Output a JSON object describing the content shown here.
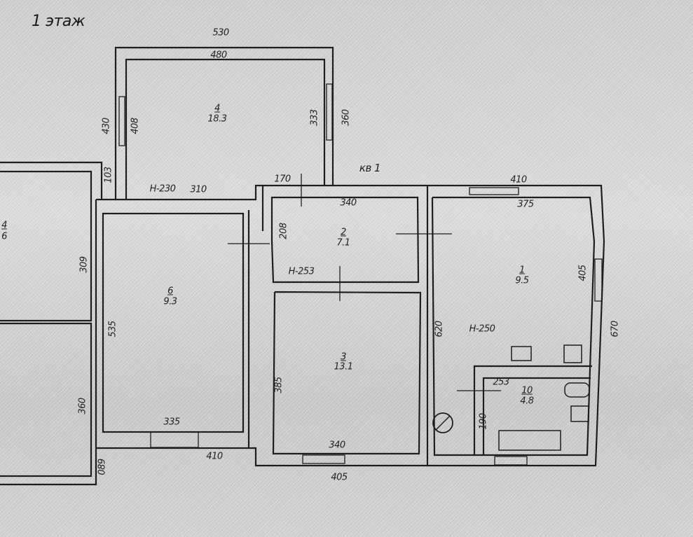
{
  "title": "1 этаж",
  "apartment": "кв 1",
  "rooms": [
    {
      "num": "1",
      "area": "9.5",
      "height": "Н-250"
    },
    {
      "num": "2",
      "area": "7.1",
      "height": "Н-253"
    },
    {
      "num": "3",
      "area": "13.1"
    },
    {
      "num": "4",
      "area": "18.3",
      "height": "Н-230"
    },
    {
      "num": "6",
      "area": "9.3"
    },
    {
      "num": "10",
      "area": "4.8"
    },
    {
      "num": "4",
      "area": "6"
    }
  ],
  "dims": {
    "r4_outer_top": "530",
    "r4_inner_top": "480",
    "r4_left_outer": "430",
    "r4_left_inner": "408",
    "r4_right_inner": "333",
    "r4_right_outer": "360",
    "r4_small": "103",
    "r4_bottom": "310",
    "r2_top_left": "170",
    "r2_top": "340",
    "r2_left": "208",
    "r1_outer_top": "410",
    "r1_inner_top": "375",
    "r1_right_inner": "405",
    "r1_left": "620",
    "r1_right_outer": "670",
    "r10_top": "253",
    "r10_left": "190",
    "r6_left_upper": "309",
    "r6_left": "535",
    "r6_left_lower": "360",
    "r6_bottom": "335",
    "r6_outer_bottom": "410",
    "r6_small": "089",
    "r3_left": "385",
    "r3_bottom": "340",
    "r3_outer_bottom": "405"
  }
}
